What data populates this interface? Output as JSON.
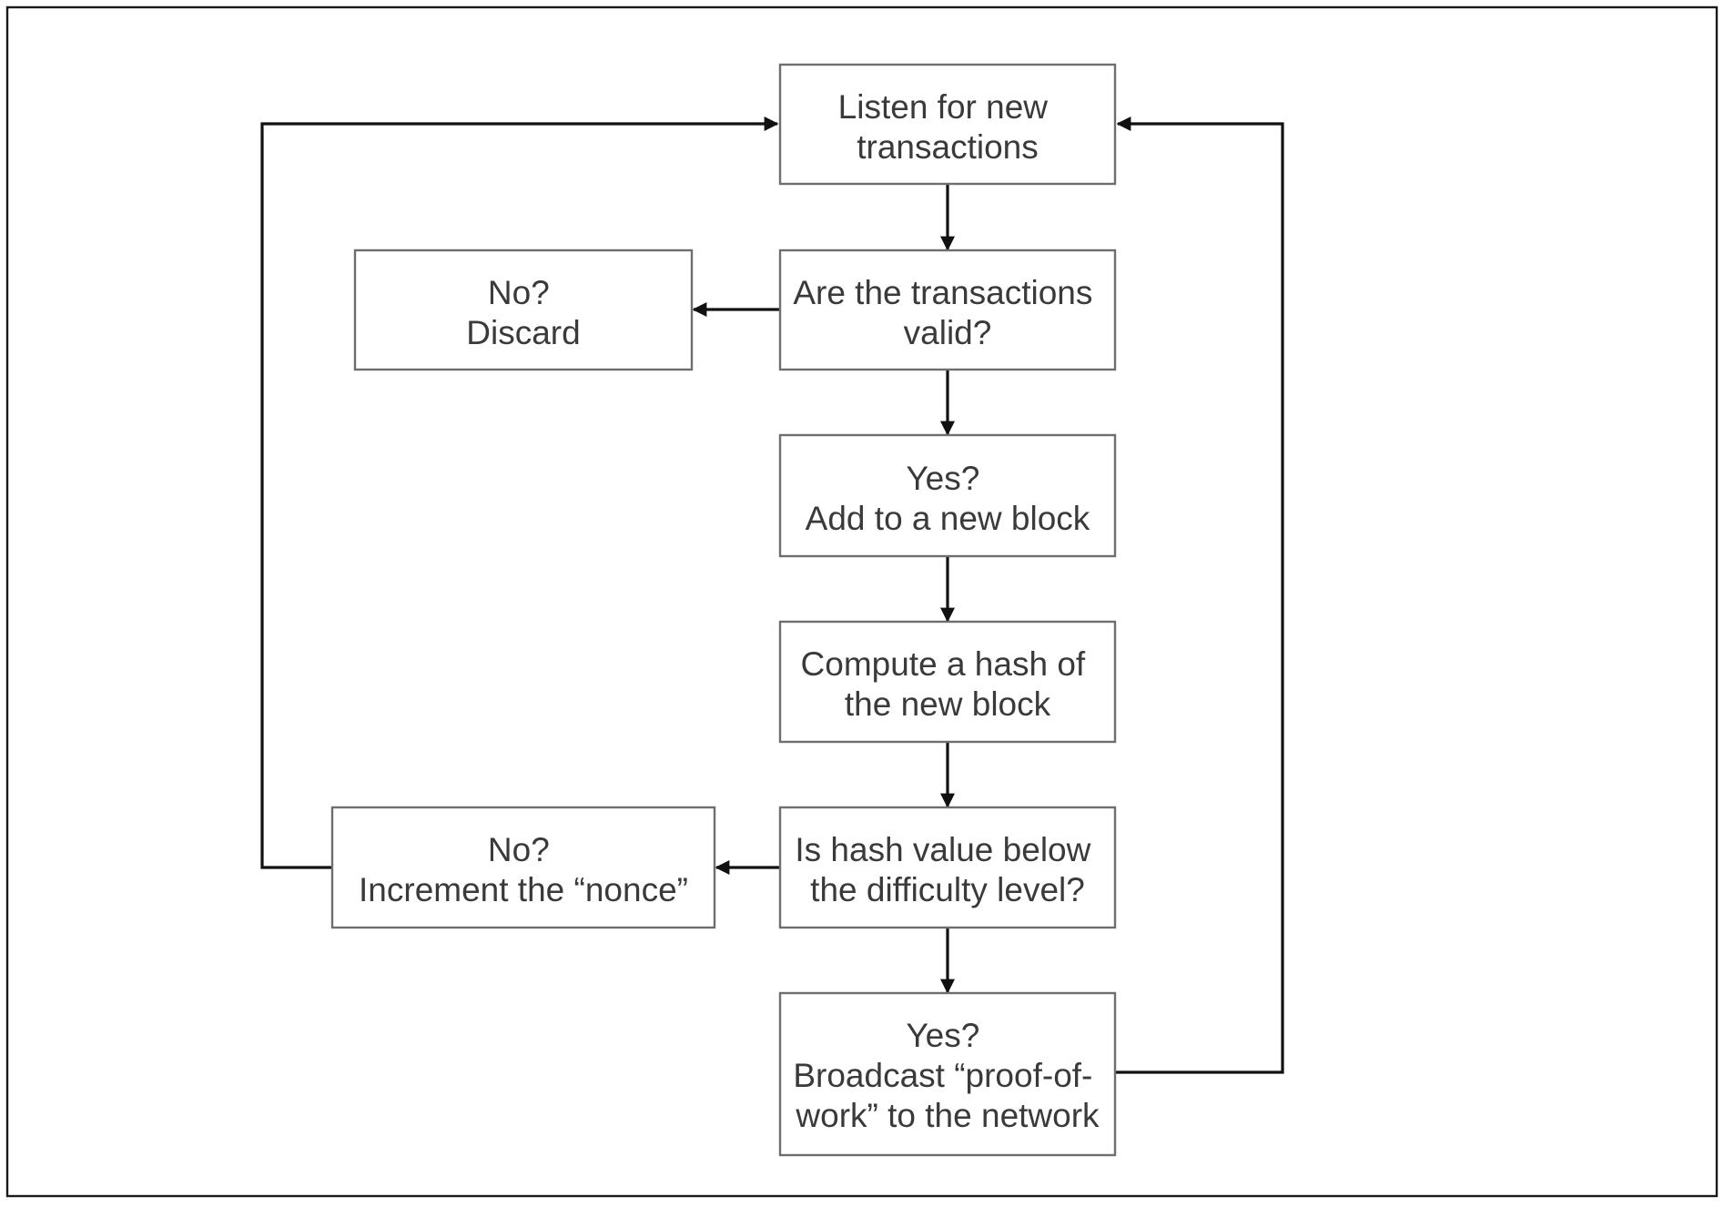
{
  "nodes": {
    "listen": {
      "lines": [
        "Listen for new",
        "transactions"
      ]
    },
    "valid": {
      "lines": [
        "Are the transactions",
        "valid?"
      ]
    },
    "discard": {
      "lines": [
        "No?",
        "Discard"
      ]
    },
    "add_block": {
      "lines": [
        "Yes?",
        "Add to a new block"
      ]
    },
    "compute_hash": {
      "lines": [
        "Compute a hash of",
        "the new block"
      ]
    },
    "check_hash": {
      "lines": [
        "Is hash value below",
        "the difficulty level?"
      ]
    },
    "increment_nonce": {
      "lines": [
        "No?",
        "Increment the “nonce”"
      ]
    },
    "broadcast": {
      "lines": [
        "Yes?",
        "Broadcast “proof-of-",
        "work” to the network"
      ]
    }
  },
  "colors": {
    "box_stroke": "#6e6e6e",
    "edge": "#111111",
    "text": "#3a3a3a"
  }
}
